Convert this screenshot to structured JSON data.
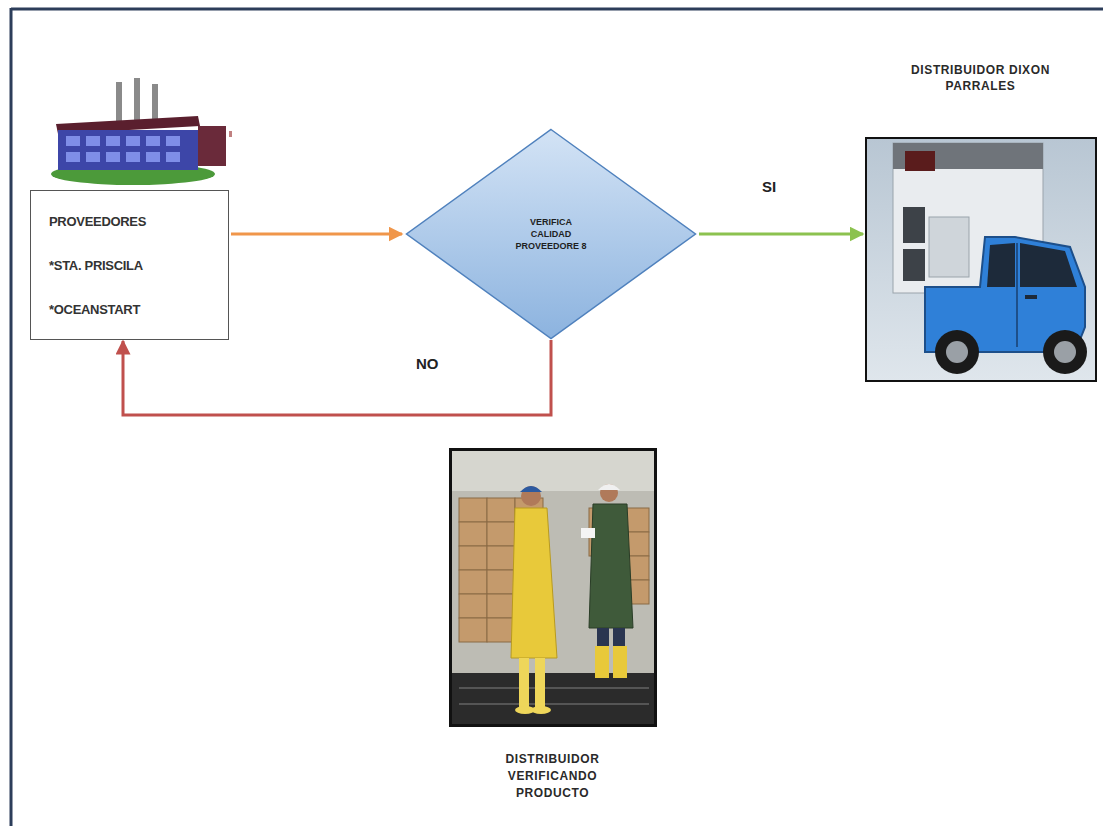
{
  "diagram": {
    "nodes": [
      {
        "text": [
          "PROVEEDORES",
          "*STA. PRISCILA",
          "*OCEANSTART"
        ]
      },
      {
        "text": [
          "VERIFICA CALIDAD PROVEEDORE 8"
        ]
      },
      {
        "text": [
          "DISTRIBUIDOR DIXON PARRALES"
        ]
      },
      {
        "text": [
          "DISTRIBUIDOR VERIFICANDO PRODUCTO"
        ]
      }
    ],
    "edges": [
      {
        "from": 0,
        "to": 1,
        "arrow": "to"
      },
      {
        "from": 1,
        "to": 2,
        "arrow": "to",
        "label": "SI"
      },
      {
        "from": 1,
        "to": 0,
        "arrow": "to",
        "label": "NO"
      }
    ]
  }
}
